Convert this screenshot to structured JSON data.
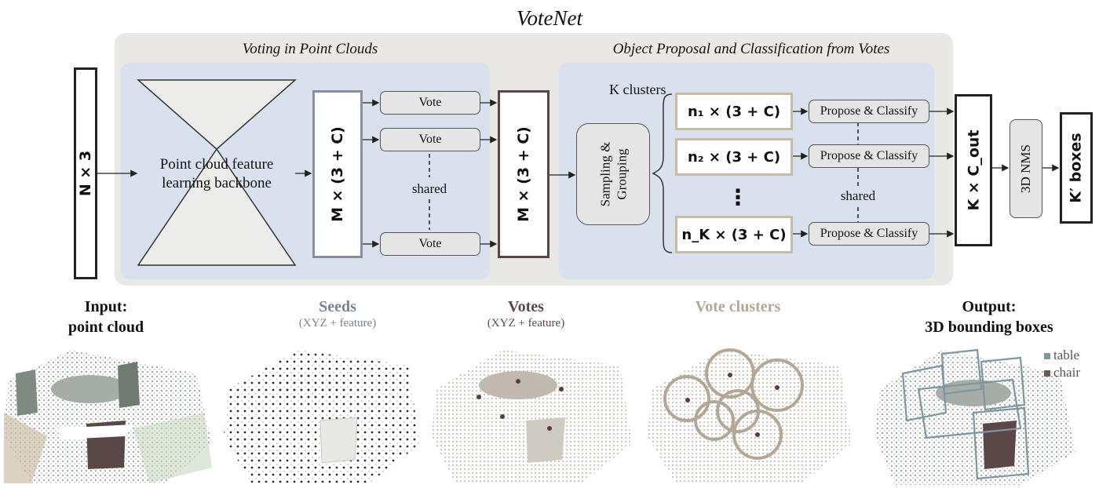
{
  "diagram": {
    "title": "VoteNet",
    "voting_section_title": "Voting in Point Clouds",
    "proposal_section_title": "Object Proposal and Classification from Votes",
    "input_box": "N × 3",
    "backbone_label_line1": "Point cloud feature",
    "backbone_label_line2": "learning backbone",
    "seeds_box": "M × (3 + C)",
    "vote_label": "Vote",
    "shared_label": "shared",
    "votes_box": "M × (3 + C)",
    "sampling_label_line1": "Sampling &",
    "sampling_label_line2": "Grouping",
    "k_clusters_label": "K clusters",
    "cluster_boxes": [
      "n₁ × (3 + C)",
      "n₂ × (3 + C)",
      "n_K × (3 + C)"
    ],
    "ellipsis": "⋮",
    "propose_label": "Propose & Classify",
    "output_box": "K × C_out",
    "nms_label": "3D NMS",
    "final_box": "K′ boxes"
  },
  "captions": {
    "input_line1": "Input:",
    "input_line2": "point cloud",
    "seeds_title": "Seeds",
    "seeds_sub": "(XYZ + feature)",
    "votes_title": "Votes",
    "votes_sub": "(XYZ + feature)",
    "clusters_title": "Vote clusters",
    "output_line1": "Output:",
    "output_line2": "3D bounding boxes"
  },
  "legend": {
    "table": "table",
    "chair": "chair"
  },
  "colors": {
    "outer_bg": "#e9e8e5",
    "panel_bg": "#d9e1ee",
    "seeds_caption": "#7a8290",
    "votes_caption": "#5a4a4a",
    "clusters_caption": "#b3a898",
    "cluster_box_border": "#c8bba6"
  },
  "icons": [
    "point-cloud-image",
    "seeds-image",
    "votes-image",
    "vote-clusters-image",
    "bounding-boxes-image"
  ]
}
